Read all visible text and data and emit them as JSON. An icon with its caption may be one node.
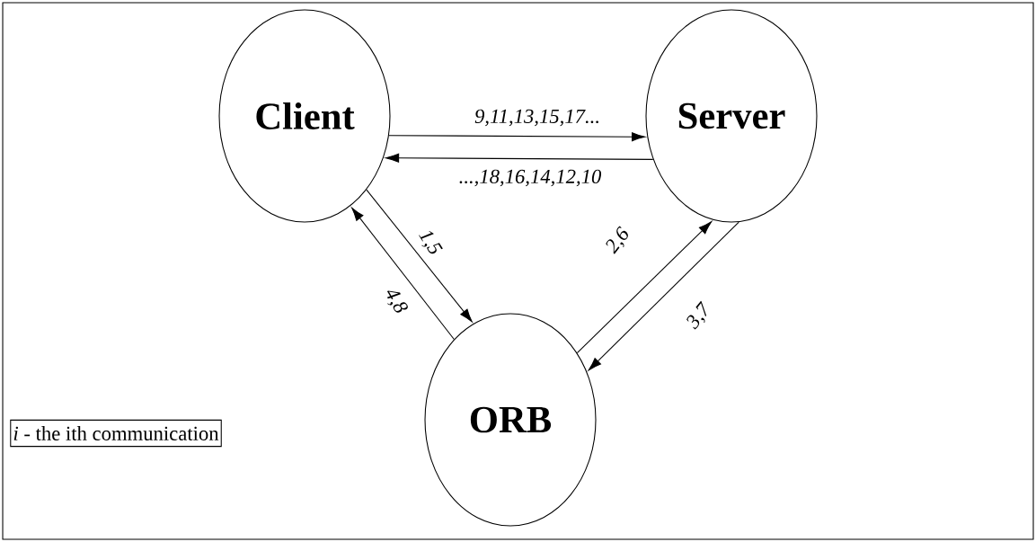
{
  "diagram": {
    "nodes": [
      {
        "text": [
          "Client"
        ]
      },
      {
        "text": [
          "Server"
        ]
      },
      {
        "text": [
          "ORB"
        ]
      },
      {
        "text": [
          "*i* - the ith communication"
        ]
      }
    ],
    "edges": [
      {
        "from": 0,
        "to": 1,
        "arrow": "to",
        "label": "9,11,13,15,17..."
      },
      {
        "from": 1,
        "to": 0,
        "arrow": "to",
        "label": "...,18,16,14,12,10"
      },
      {
        "from": 0,
        "to": 2,
        "arrow": "to",
        "label": "1,5"
      },
      {
        "from": 2,
        "to": 0,
        "arrow": "to",
        "label": "4,8"
      },
      {
        "from": 2,
        "to": 1,
        "arrow": "to",
        "label": "2,6"
      },
      {
        "from": 1,
        "to": 2,
        "arrow": "to",
        "label": "3,7"
      }
    ]
  }
}
